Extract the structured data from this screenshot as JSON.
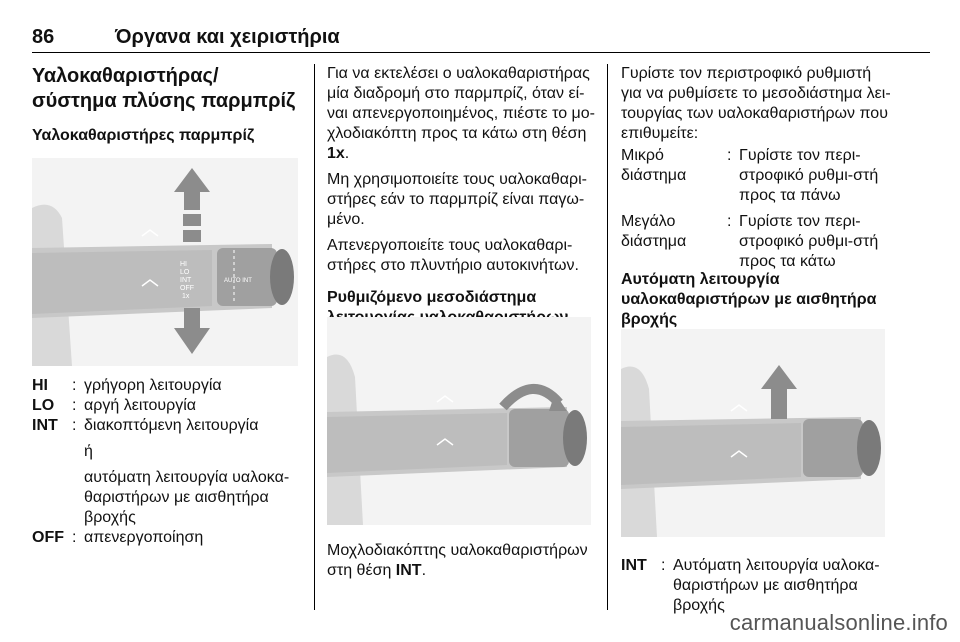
{
  "header": {
    "page_number": "86",
    "title": "Όργανα και χειριστήρια"
  },
  "col1": {
    "heading_line1": "Υαλοκαθαριστήρας/",
    "heading_line2": "σύστημα πλύσης παρμπρίζ",
    "subheading": "Υαλοκαθαριστήρες παρμπρίζ",
    "figure": {
      "stalk_labels": [
        "HI",
        "LO",
        "INT",
        "OFF",
        "1x"
      ],
      "knob_label": "AUTO INT"
    },
    "defs": [
      {
        "term": "HI",
        "desc": "γρήγορη λειτουργία"
      },
      {
        "term": "LO",
        "desc": "αργή λειτουργία"
      },
      {
        "term": "INT",
        "desc": "διακοπτόμενη λειτουργία"
      },
      {
        "term": "",
        "desc": "ή"
      },
      {
        "term": "",
        "desc": "αυτόματη λειτουργία υαλοκα-θαριστήρων με αισθητήρα βροχής"
      },
      {
        "term": "OFF",
        "desc": "απενεργοποίηση"
      }
    ]
  },
  "col2": {
    "para1_text": "Για να εκτελέσει ο υαλοκαθαριστήρας μία διαδρομή στο παρμπρίζ, όταν εί-ναι απενεργοποιημένος, πιέστε το μο-χλοδιακόπτη προς τα κάτω στη θέση",
    "para1_bold": "1x",
    "para1_end": ".",
    "para2": "Μη χρησιμοποιείτε τους υαλοκαθαρι-στήρες εάν το παρμπρίζ είναι παγω-μένο.",
    "para3": "Απενεργοποιείτε τους υαλοκαθαρι-στήρες στο πλυντήριο αυτοκινήτων.",
    "subheading_line1": "Ρυθμιζόμενο μεσοδιάστημα",
    "subheading_line2": "λειτουργίας υαλοκαθαριστήρων",
    "caption_text": "Μοχλοδιακόπτης υαλοκαθαριστήρων στη θέση",
    "caption_bold": "INT",
    "caption_end": "."
  },
  "col3": {
    "para1": "Γυρίστε τον περιστροφικό ρυθμιστή για να ρυθμίσετε το μεσοδιάστημα λει-τουργίας των υαλοκαθαριστήρων που επιθυμείτε:",
    "defs": [
      {
        "term": "Μικρό διάστημα",
        "desc": "Γυρίστε τον περι-στροφικό ρυθμι-στή προς τα πάνω"
      },
      {
        "term": "Μεγάλο διάστημα",
        "desc": "Γυρίστε τον περι-στροφικό ρυθμι-στή προς τα κάτω"
      }
    ],
    "subheading_line1": "Αυτόματη λειτουργία",
    "subheading_line2": "υαλοκαθαριστήρων με αισθητήρα",
    "subheading_line3": "βροχής",
    "def_int_term": "INT",
    "def_int_desc": "Αυτόματη λειτουργία υαλοκα-θαριστήρων με αισθητήρα βροχής"
  },
  "watermark": "carmanualsonline.info"
}
